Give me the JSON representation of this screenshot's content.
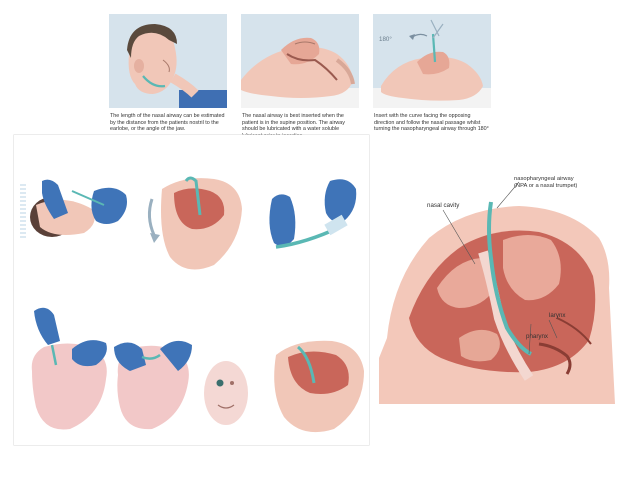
{
  "top_steps": [
    {
      "caption": "The length of the nasal airway can be estimated by the distance from the patients nostril to the earlobe, or the angle of the jaw."
    },
    {
      "caption": "The nasal airway is best inserted when the patient is in the supine position. The airway should be lubricated with a water soluble lubricant prior to insertion."
    },
    {
      "caption": "Insert with the curve facing the opposing direction and follow the nasal passage whilst turning the nasopharyngeal airway through 180°"
    }
  ],
  "rotation_label": "180°",
  "anatomy_labels": {
    "npa": "nasopharyngeal airway\n(NPA or a nasal trumpet)",
    "nasal_cavity": "nasal cavity",
    "larynx": "larynx",
    "pharynx": "pharynx"
  },
  "colors": {
    "skin": "#f1c7b8",
    "tissue": "#c9665a",
    "glove": "#3f74b8",
    "npa_tube": "#5ab8b4",
    "panel_bg": "#d6e3ec"
  }
}
